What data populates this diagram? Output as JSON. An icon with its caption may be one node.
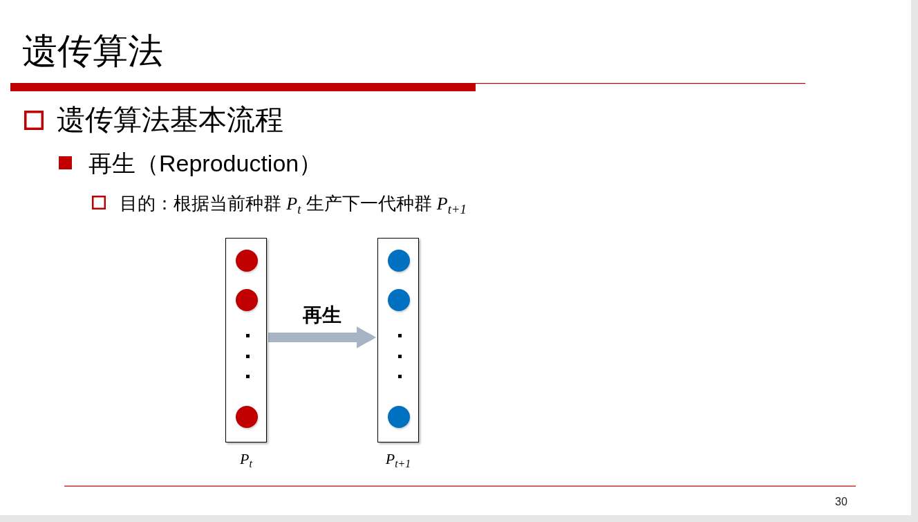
{
  "diagram": {
    "title": "遗传算法",
    "nodes": [
      {
        "text": [
          "P$_{t}$"
        ]
      },
      {
        "text": [],
        "shape": "circle",
        "in": 0
      },
      {
        "text": [],
        "shape": "circle",
        "in": 0
      },
      {
        "text": [],
        "shape": "circle",
        "in": 0
      },
      {
        "text": [
          "P$_{t+1}$"
        ]
      },
      {
        "text": [],
        "shape": "circle",
        "in": 4
      },
      {
        "text": [],
        "shape": "circle",
        "in": 4
      },
      {
        "text": [],
        "shape": "circle",
        "in": 4
      }
    ],
    "edges": [
      {
        "from": 0,
        "to": 4,
        "arrow": "to",
        "label": "再生"
      }
    ],
    "labels": [
      "遗传算法基本流程",
      "再生（Reproduction）",
      "目的：根据当前种群 *P*$_{t}$ 生产下一代种群 *P*$_{t+1}$",
      "30"
    ]
  }
}
